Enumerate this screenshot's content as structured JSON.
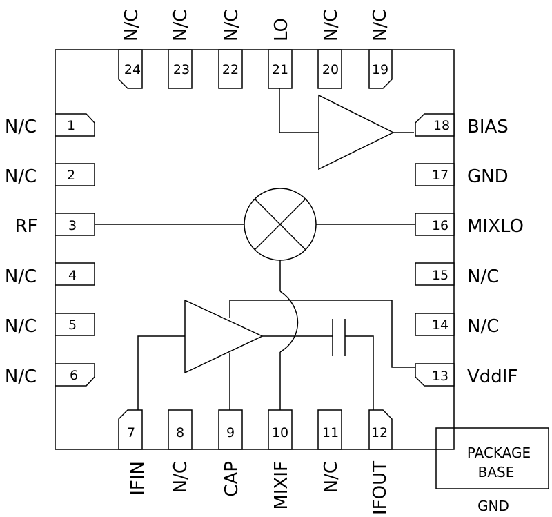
{
  "pins": [
    {
      "n": "1",
      "label": "N/C"
    },
    {
      "n": "2",
      "label": "N/C"
    },
    {
      "n": "3",
      "label": "RF"
    },
    {
      "n": "4",
      "label": "N/C"
    },
    {
      "n": "5",
      "label": "N/C"
    },
    {
      "n": "6",
      "label": "N/C"
    },
    {
      "n": "7",
      "label": "IFIN"
    },
    {
      "n": "8",
      "label": "N/C"
    },
    {
      "n": "9",
      "label": "CAP"
    },
    {
      "n": "10",
      "label": "MIXIF"
    },
    {
      "n": "11",
      "label": "N/C"
    },
    {
      "n": "12",
      "label": "IFOUT"
    },
    {
      "n": "13",
      "label": "VddIF"
    },
    {
      "n": "14",
      "label": "N/C"
    },
    {
      "n": "15",
      "label": "N/C"
    },
    {
      "n": "16",
      "label": "MIXLO"
    },
    {
      "n": "17",
      "label": "GND"
    },
    {
      "n": "18",
      "label": "BIAS"
    },
    {
      "n": "19",
      "label": "N/C"
    },
    {
      "n": "20",
      "label": "N/C"
    },
    {
      "n": "21",
      "label": "LO"
    },
    {
      "n": "22",
      "label": "N/C"
    },
    {
      "n": "23",
      "label": "N/C"
    },
    {
      "n": "24",
      "label": "N/C"
    }
  ],
  "package_base": {
    "line1": "PACKAGE",
    "line2": "BASE",
    "gnd": "GND"
  }
}
